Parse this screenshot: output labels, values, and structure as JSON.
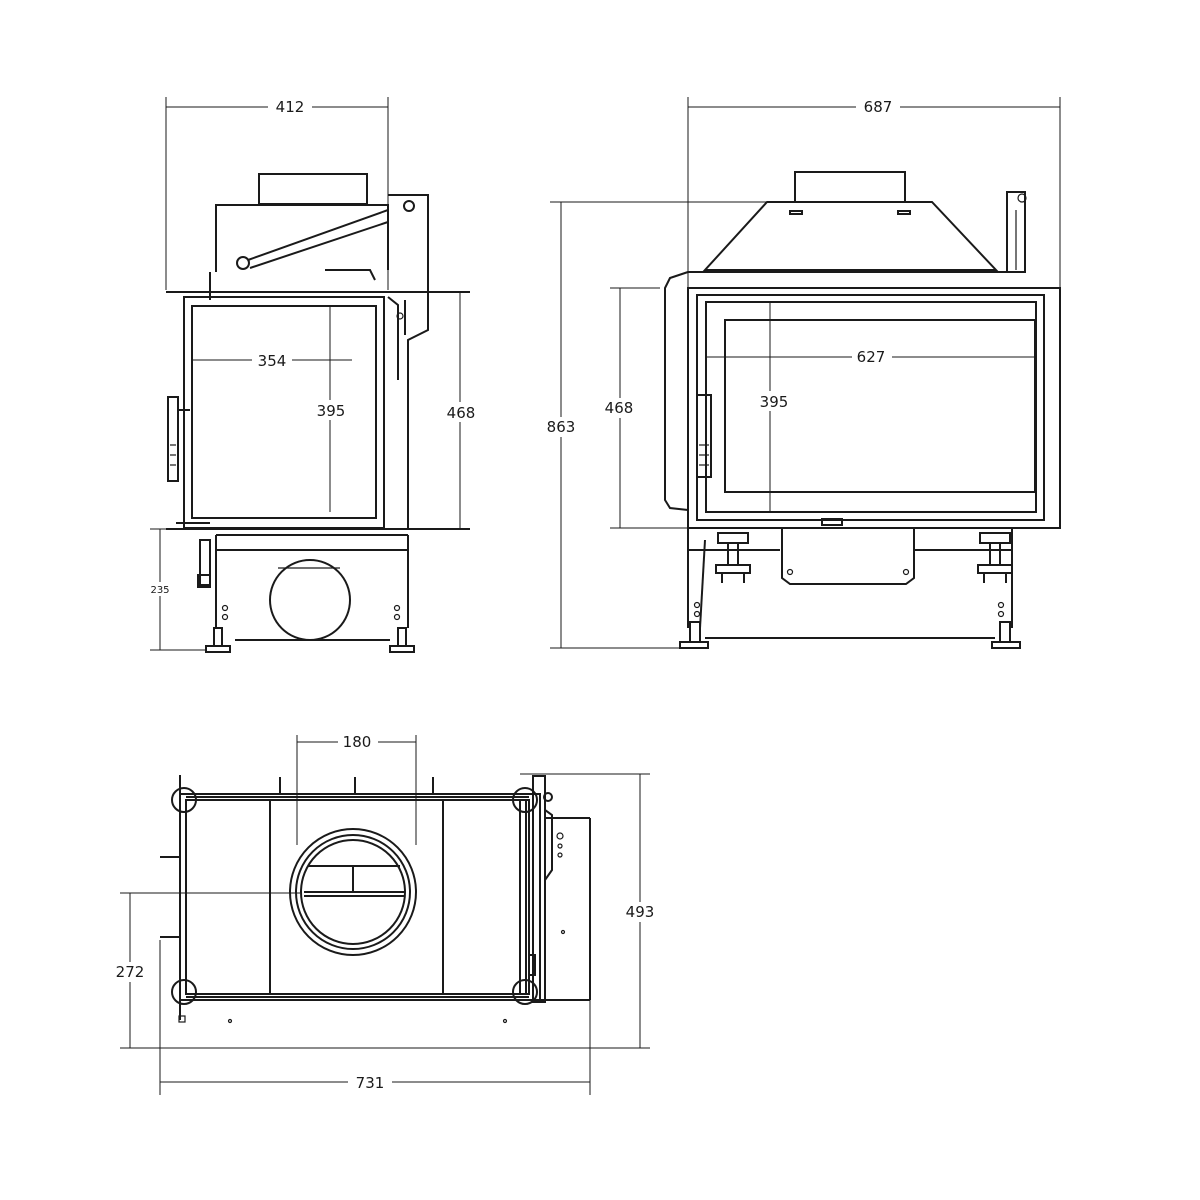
{
  "side_view": {
    "width": "412",
    "height": "468",
    "glass_width": "354",
    "glass_height": "395",
    "leg_height": "235"
  },
  "front_view": {
    "width": "687",
    "total_height": "863",
    "height": "468",
    "glass_width": "627",
    "glass_height": "395"
  },
  "top_view": {
    "flue_diameter": "180",
    "width": "731",
    "depth": "493",
    "offset": "272"
  }
}
